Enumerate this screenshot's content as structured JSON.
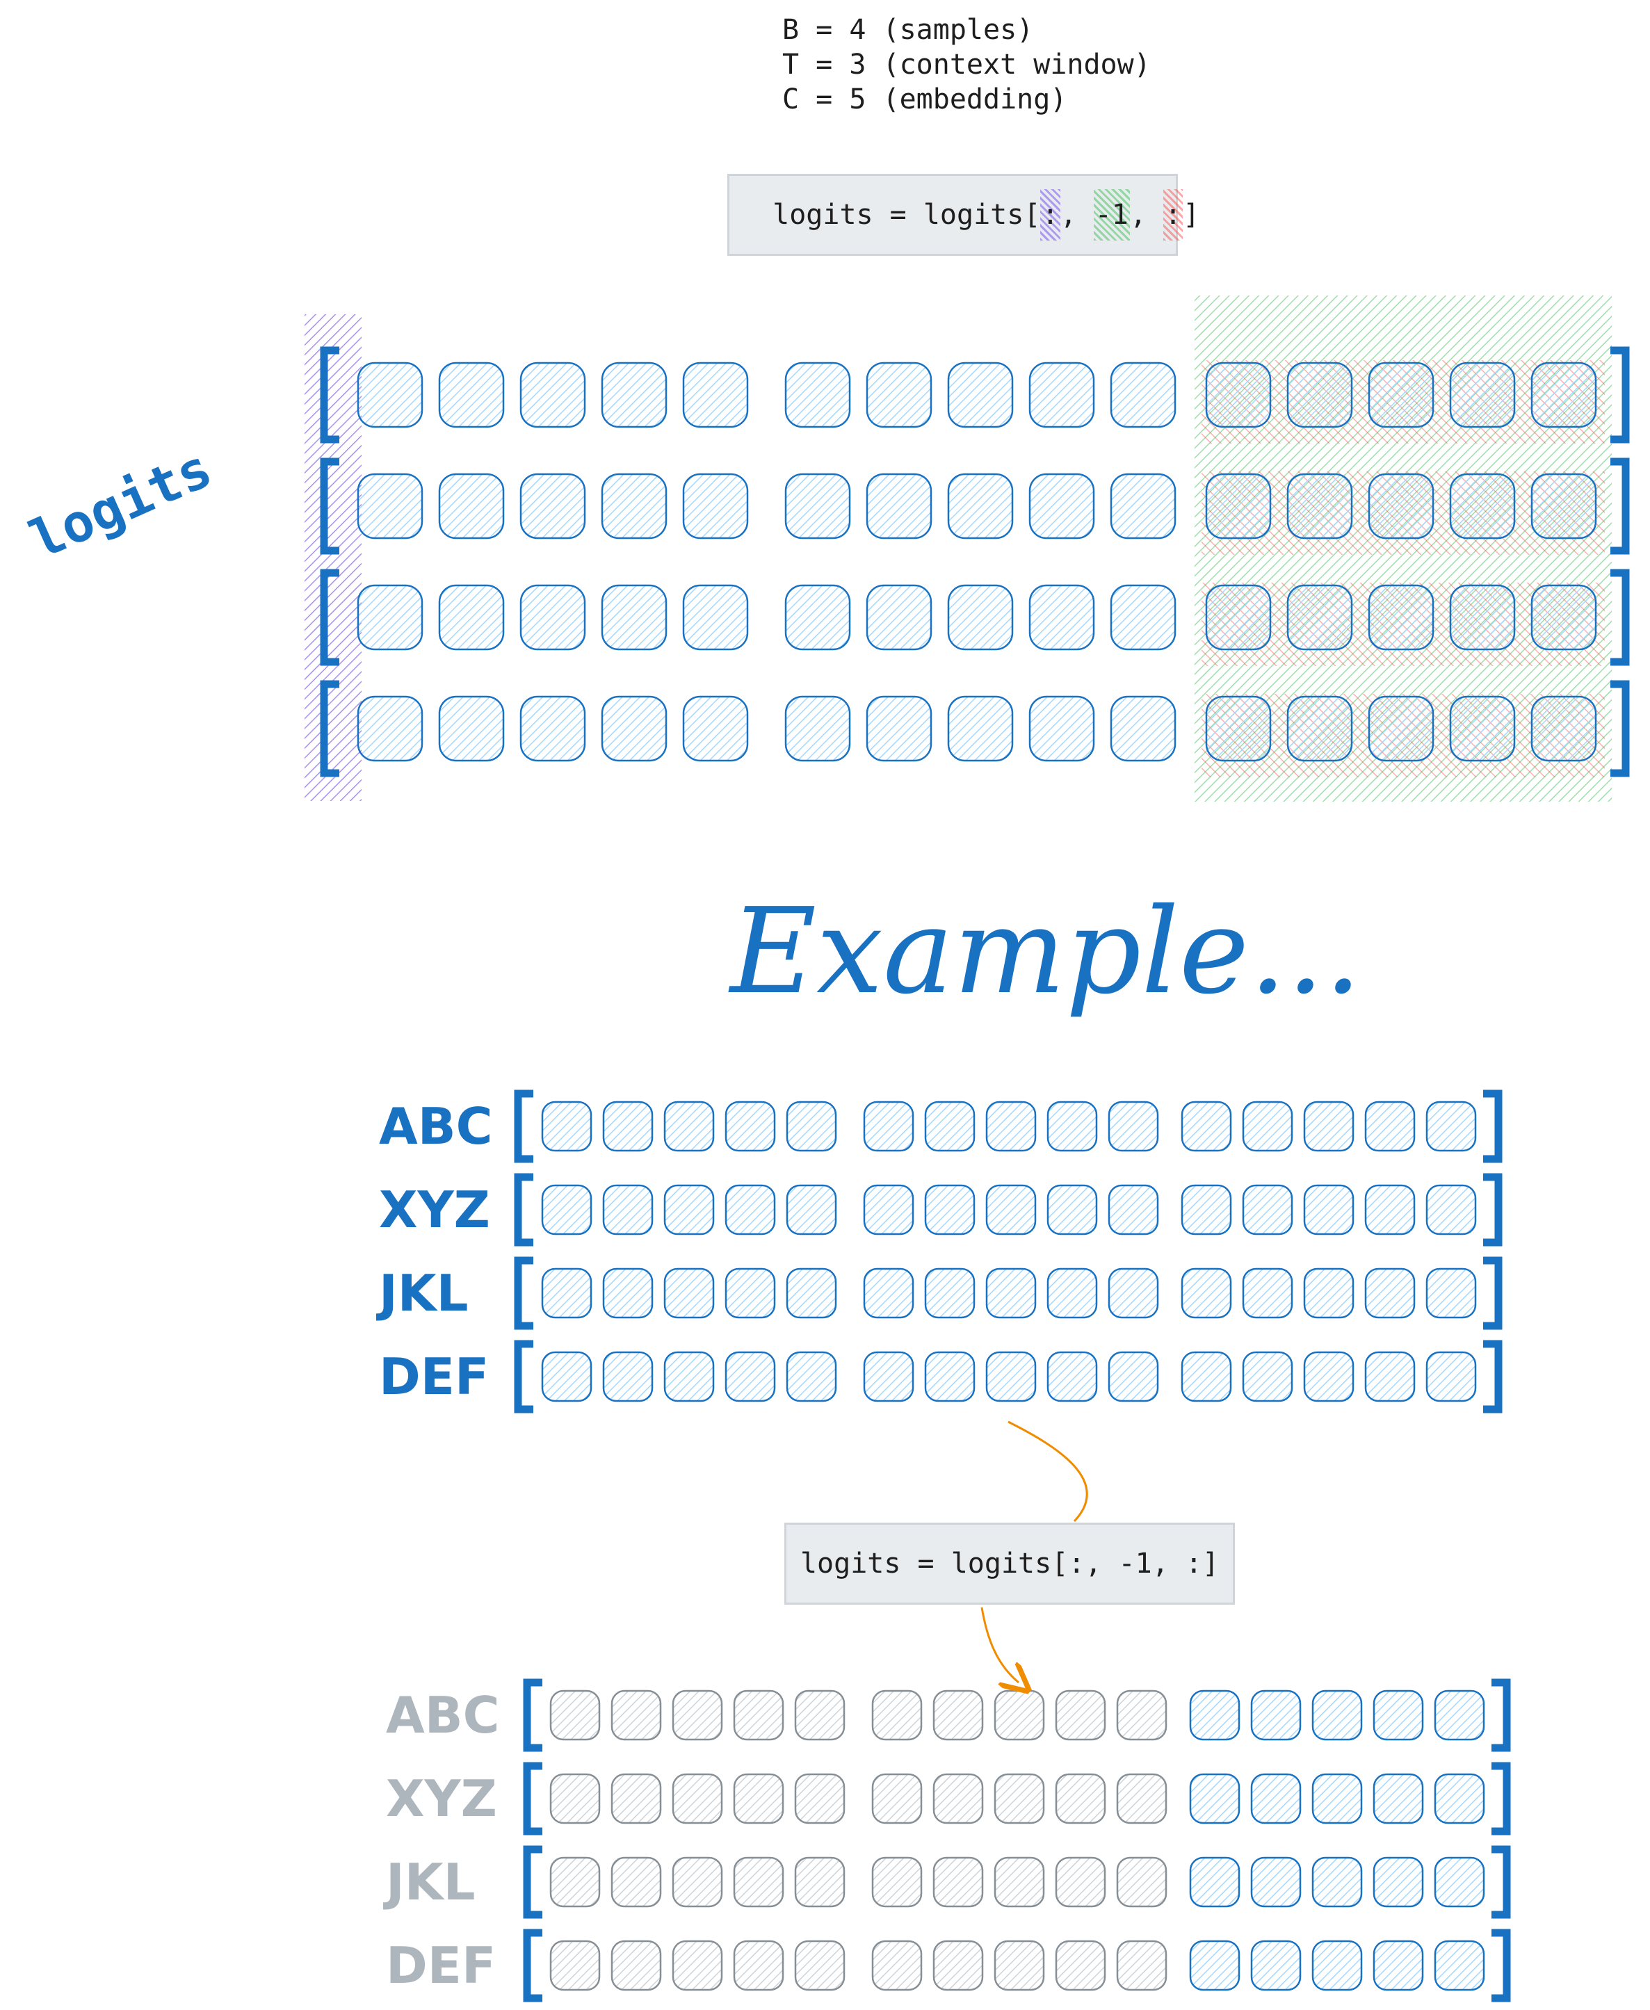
{
  "params": {
    "line_b": "B = 4 (samples)",
    "line_t": "T = 3 (context window)",
    "line_c": "C = 5 (embedding)"
  },
  "code_top": {
    "prefix": "logits = logits[",
    "b_part": ":",
    "sep1": ", ",
    "t_part": "-1",
    "sep2": ", ",
    "c_part": ":",
    "suffix": "]"
  },
  "logits_label": "logits",
  "example_title": "Example...",
  "example_rows": [
    "ABC",
    "XYZ",
    "JKL",
    "DEF"
  ],
  "code_mid": "logits = logits[:, -1, :]",
  "colors": {
    "blue": "#1971c2",
    "cell_fill": "#a5d8ff",
    "gray": "#868e96",
    "purple": "#7048e8",
    "green": "#40c057",
    "red": "#fa5252",
    "arrow": "#f08c00"
  }
}
